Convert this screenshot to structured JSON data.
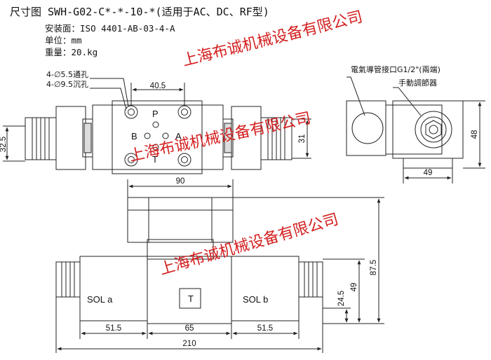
{
  "title": "尺寸图 SWH-G02-C*-*-10-*(适用于AC、DC、RF型)",
  "specs": [
    {
      "label": "安装面：",
      "value": "ISO 4401-AB-03-4-A"
    },
    {
      "label": "单位：",
      "value": "mm"
    },
    {
      "label": "重量：",
      "value": "20.kg"
    }
  ],
  "callouts": {
    "through_hole": "4-∅5.5通孔",
    "counterbore": "4-∅9.5沉孔",
    "conduit": "電氣導管接口G1/2\"(兩端)",
    "manual": "手動調節器"
  },
  "ports": {
    "p": "P",
    "a": "A",
    "b": "B",
    "t": "T"
  },
  "solenoids": {
    "left": "SOL a",
    "right": "SOL b"
  },
  "dimensions": {
    "top_spacing": "40.5",
    "left_height": "32.5",
    "right_height": "31",
    "side_height": "48",
    "side_width": "49",
    "front_width": "90",
    "total_height": "87.5",
    "body_height": "49",
    "base_height": "24.5",
    "left_offset": "51.5",
    "center_width": "65",
    "right_offset": "51.5",
    "total_width": "210"
  },
  "watermark": "上海布诚机械设备有限公司",
  "colors": {
    "line": "#222222",
    "watermark": "#d42020"
  }
}
